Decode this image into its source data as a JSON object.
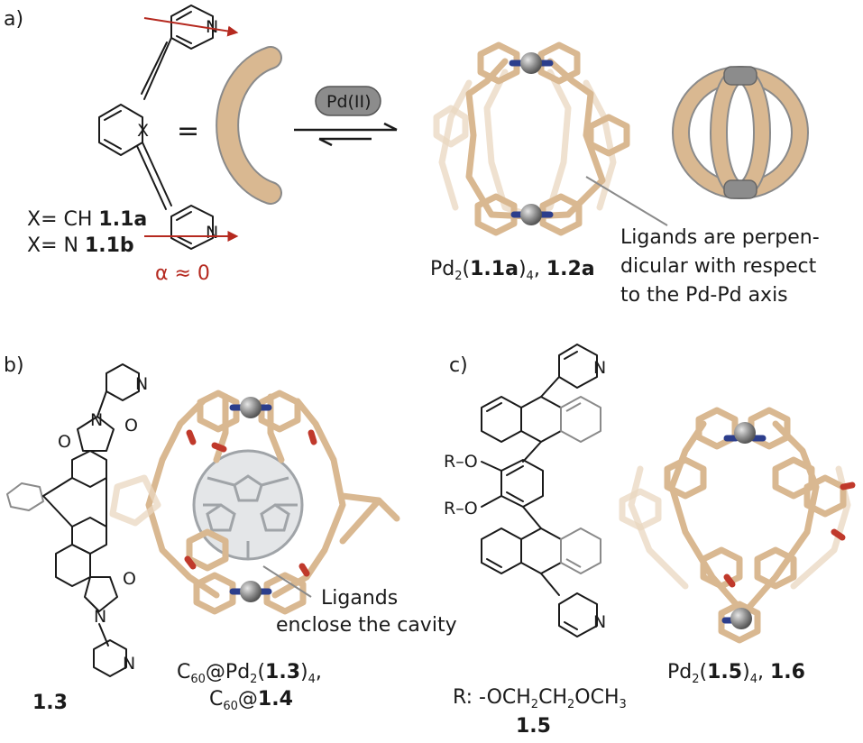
{
  "panels": {
    "a": {
      "letter": "a)",
      "equals": "=",
      "x_ch": "X= CH ",
      "x_ch_id": "1.1a",
      "x_n": "X= N ",
      "x_n_id": "1.1b",
      "alpha": "α ≈ 0",
      "atom_x": "X",
      "atom_n_top": "N",
      "atom_n_bottom": "N",
      "reagent": "Pd(II)",
      "cage_prefix": "Pd",
      "cage_sub2": "2",
      "cage_paren_open": "(",
      "cage_ligand": "1.1a",
      "cage_paren_close": ")",
      "cage_sub4": "4",
      "cage_comma": ", ",
      "cage_id": "1.2a",
      "note_line1": "Ligands are perpen-",
      "note_line2": "dicular with respect",
      "note_line3": "to the Pd-Pd axis"
    },
    "b": {
      "letter": "b)",
      "ligand_id": "1.3",
      "atom_n_top": "N",
      "atom_o_top": "O",
      "atom_o_top2": "O",
      "atom_n_bot": "N",
      "atom_o_bot": "O",
      "atom_n_py_top": "N",
      "atom_n_py_bot": "N",
      "c60": "C",
      "c60_sub": "60",
      "at_pd": "@Pd",
      "pd_sub": "2",
      "paren_open": "(",
      "ligand_ref": "1.3",
      "paren_close": ")",
      "sub4": "4",
      "comma": ",",
      "line2_c": "C",
      "line2_sub": "60",
      "line2_at": "@",
      "line2_id": "1.4",
      "note_line1": "Ligands",
      "note_line2": "enclose the cavity"
    },
    "c": {
      "letter": "c)",
      "ro_top": "R–O",
      "ro_bot": "R–O",
      "atom_n_top": "N",
      "atom_n_bot": "N",
      "r_def_prefix": "R: -OCH",
      "r_sub1": "2",
      "r_ch": "CH",
      "r_sub2": "2",
      "r_och": "OCH",
      "r_sub3": "3",
      "ligand_id": "1.5",
      "cage_prefix": "Pd",
      "cage_sub2": "2",
      "cage_paren_open": "(",
      "cage_ligand": "1.5",
      "cage_paren_close": ")",
      "cage_sub4": "4",
      "cage_comma": ", ",
      "cage_id": "1.6"
    }
  },
  "colors": {
    "ligand_tan": "#d9b891",
    "nitrogen_blue": "#2c3e8c",
    "oxygen_red": "#c0392b",
    "pd_gray": "#8c8c8c",
    "alpha_red": "#b5291f",
    "c60_gray": "#a0a4a8"
  },
  "icons": [
    "pd-atom-sphere",
    "equilibrium-arrow",
    "c-shaped-ligand-icon",
    "cage-schematic-icon"
  ]
}
